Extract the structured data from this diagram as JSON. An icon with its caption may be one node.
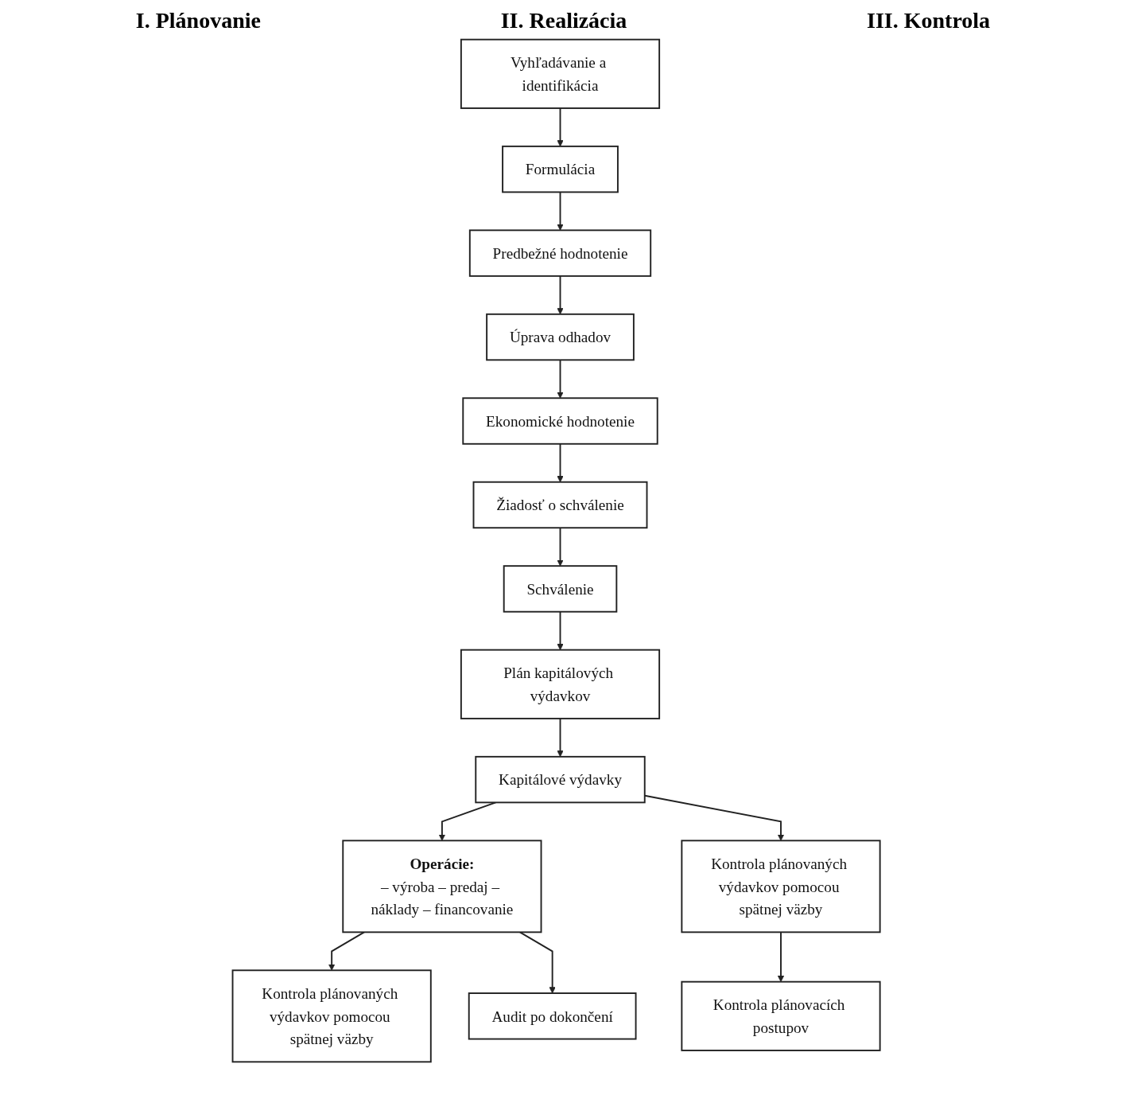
{
  "diagram": {
    "nodes": [
      {
        "text": [
          "Vyhľadávanie a identifikácia"
        ]
      },
      {
        "text": [
          "Formulácia"
        ]
      },
      {
        "text": [
          "Predbežné hodnotenie"
        ]
      },
      {
        "text": [
          "Úprava odhadov"
        ]
      },
      {
        "text": [
          "Ekonomické hodnotenie"
        ]
      },
      {
        "text": [
          "Žiadosť o schválenie"
        ]
      },
      {
        "text": [
          "Schválenie"
        ]
      },
      {
        "text": [
          "Plán kapitálových výdavkov"
        ]
      },
      {
        "text": [
          "Kapitálové výdavky"
        ]
      },
      {
        "text": [
          "Operácie:",
          "– výroba – predaj – náklady – financovanie"
        ]
      },
      {
        "text": [
          "Kontrola plánovaných výdavkov pomocou spätnej väzby"
        ]
      },
      {
        "text": [
          "Kontrola plánovaných výdavkov pomocou spätnej väzby"
        ]
      },
      {
        "text": [
          "Audit po dokončení"
        ]
      },
      {
        "text": [
          "Kontrola plánovacích postupov"
        ]
      }
    ],
    "edges": [
      {
        "from": 0,
        "to": 1,
        "arrow": "to"
      },
      {
        "from": 1,
        "to": 2,
        "arrow": "to"
      },
      {
        "from": 2,
        "to": 3,
        "arrow": "to"
      },
      {
        "from": 3,
        "to": 4,
        "arrow": "to"
      },
      {
        "from": 4,
        "to": 5,
        "arrow": "to"
      },
      {
        "from": 5,
        "to": 6,
        "arrow": "to"
      },
      {
        "from": 6,
        "to": 7,
        "arrow": "to"
      },
      {
        "from": 7,
        "to": 8,
        "arrow": "to"
      },
      {
        "from": 8,
        "to": 9,
        "arrow": "to"
      },
      {
        "from": 8,
        "to": 10,
        "arrow": "to"
      },
      {
        "from": 9,
        "to": 11,
        "arrow": "to"
      },
      {
        "from": 9,
        "to": 12,
        "arrow": "to"
      },
      {
        "from": 10,
        "to": 13,
        "arrow": "to"
      }
    ],
    "labels": [
      "I. Plánovanie",
      "II. Realizácia",
      "III. Kontrola"
    ]
  }
}
